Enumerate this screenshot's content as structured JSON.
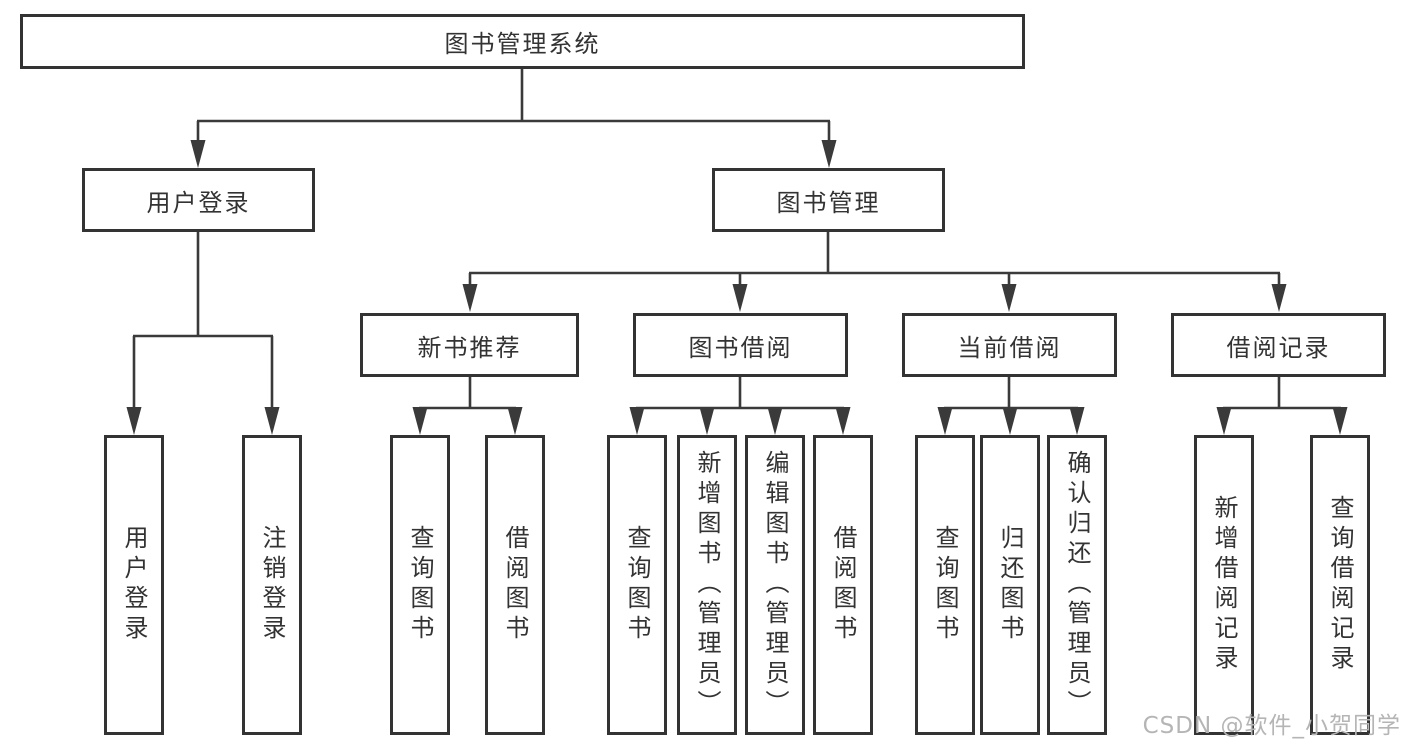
{
  "colors": {
    "line": "#3a3a3a",
    "box_border": "#333333",
    "text": "#333333",
    "watermark": "#b5b5b5",
    "background": "#ffffff"
  },
  "watermark": {
    "text": "CSDN @软件_小贺同学"
  },
  "diagram": {
    "type": "hierarchy-tree",
    "root": {
      "label": "图书管理系统"
    },
    "level2": [
      {
        "label": "用户登录"
      },
      {
        "label": "图书管理"
      }
    ],
    "level3": [
      {
        "label": "新书推荐"
      },
      {
        "label": "图书借阅"
      },
      {
        "label": "当前借阅"
      },
      {
        "label": "借阅记录"
      }
    ],
    "leaves": {
      "user_login": [
        "用户登录",
        "注销登录"
      ],
      "new_book_recommend": [
        "查询图书",
        "借阅图书"
      ],
      "book_borrow": [
        "查询图书",
        "新增图书（管理员）",
        "编辑图书（管理员）",
        "借阅图书"
      ],
      "current_borrow": [
        "查询图书",
        "归还图书",
        "确认归还（管理员）"
      ],
      "borrow_record": [
        "新增借阅记录",
        "查询借阅记录"
      ]
    }
  }
}
